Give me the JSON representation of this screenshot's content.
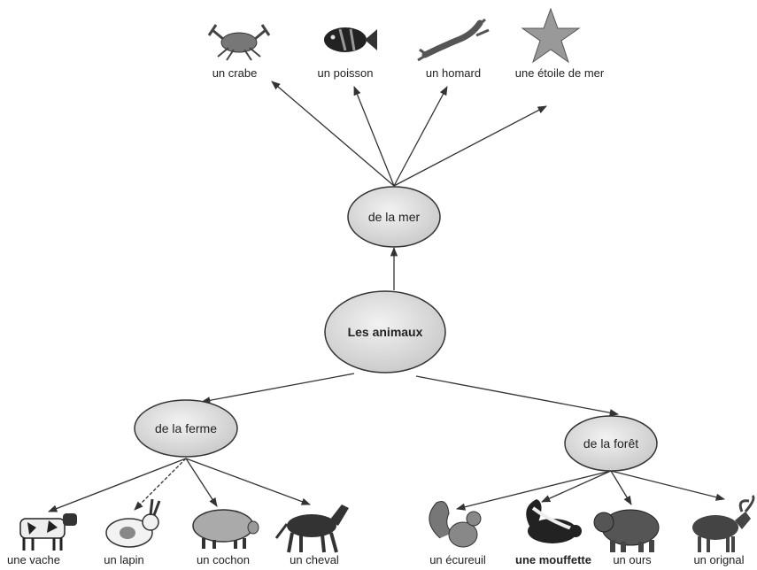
{
  "root": {
    "label": "Les animaux"
  },
  "groups": [
    {
      "id": "mer",
      "label": "de la mer",
      "animals": [
        {
          "label": "un crabe",
          "icon": "crab-icon"
        },
        {
          "label": "un poisson",
          "icon": "fish-icon"
        },
        {
          "label": "un homard",
          "icon": "lobster-icon"
        },
        {
          "label": "une étoile de mer",
          "icon": "starfish-icon"
        }
      ]
    },
    {
      "id": "ferme",
      "label": "de la ferme",
      "animals": [
        {
          "label": "une vache",
          "icon": "cow-icon"
        },
        {
          "label": "un lapin",
          "icon": "rabbit-icon"
        },
        {
          "label": "un cochon",
          "icon": "pig-icon"
        },
        {
          "label": "un cheval",
          "icon": "horse-icon"
        }
      ]
    },
    {
      "id": "foret",
      "label": "de la forêt",
      "animals": [
        {
          "label": "un écureuil",
          "icon": "squirrel-icon"
        },
        {
          "label": "une mouffette",
          "icon": "skunk-icon"
        },
        {
          "label": "un ours",
          "icon": "bear-icon"
        },
        {
          "label": "un orignal",
          "icon": "moose-icon"
        }
      ]
    }
  ],
  "colors": {
    "node_fill": "#dcdcdc",
    "node_stroke": "#333333",
    "line": "#333333"
  }
}
